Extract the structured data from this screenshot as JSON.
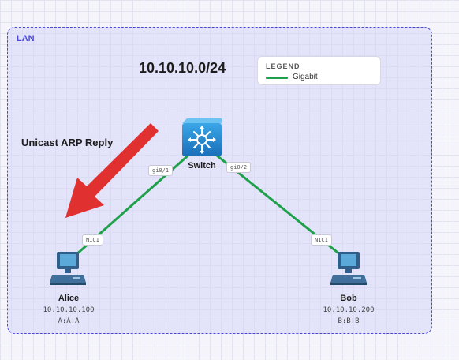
{
  "zone": {
    "label": "LAN"
  },
  "subnet": "10.10.10.0/24",
  "legend": {
    "title": "LEGEND",
    "items": [
      {
        "label": "Gigabit",
        "color": "#1fa04a"
      }
    ]
  },
  "annotation": {
    "text": "Unicast ARP Reply",
    "arrow_color": "#e03030"
  },
  "link_color": "#1fa04a",
  "nodes": {
    "switch": {
      "name": "Switch",
      "icon": "switch-icon"
    },
    "alice": {
      "name": "Alice",
      "ip": "10.10.10.100",
      "mac": "A:A:A",
      "icon": "computer-icon"
    },
    "bob": {
      "name": "Bob",
      "ip": "10.10.10.200",
      "mac": "B:B:B",
      "icon": "computer-icon"
    }
  },
  "links": [
    {
      "from": "switch",
      "to": "alice",
      "from_port": "gi0/1",
      "to_port": "NIC1"
    },
    {
      "from": "switch",
      "to": "bob",
      "from_port": "gi0/2",
      "to_port": "NIC1"
    }
  ]
}
